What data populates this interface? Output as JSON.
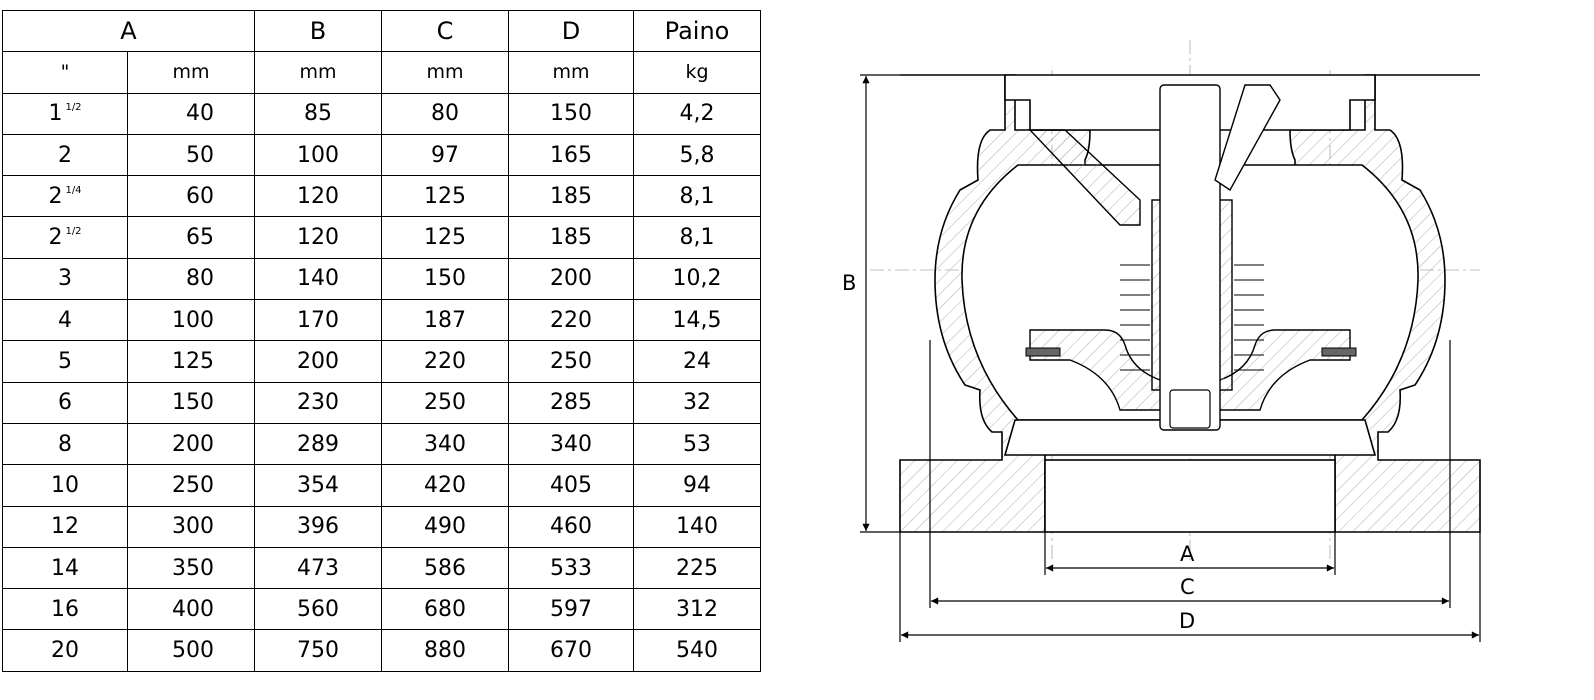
{
  "table": {
    "header": [
      "A",
      "B",
      "C",
      "D",
      "Paino"
    ],
    "units": [
      "\"",
      "mm",
      "mm",
      "mm",
      "mm",
      "kg"
    ],
    "rows": [
      {
        "inch": "1",
        "frac": "1/2",
        "mm": "40",
        "b": "85",
        "c": "80",
        "d": "150",
        "kg": "4,2"
      },
      {
        "inch": "2",
        "frac": "",
        "mm": "50",
        "b": "100",
        "c": "97",
        "d": "165",
        "kg": "5,8"
      },
      {
        "inch": "2",
        "frac": "1/4",
        "mm": "60",
        "b": "120",
        "c": "125",
        "d": "185",
        "kg": "8,1"
      },
      {
        "inch": "2",
        "frac": "1/2",
        "mm": "65",
        "b": "120",
        "c": "125",
        "d": "185",
        "kg": "8,1"
      },
      {
        "inch": "3",
        "frac": "",
        "mm": "80",
        "b": "140",
        "c": "150",
        "d": "200",
        "kg": "10,2"
      },
      {
        "inch": "4",
        "frac": "",
        "mm": "100",
        "b": "170",
        "c": "187",
        "d": "220",
        "kg": "14,5"
      },
      {
        "inch": "5",
        "frac": "",
        "mm": "125",
        "b": "200",
        "c": "220",
        "d": "250",
        "kg": "24"
      },
      {
        "inch": "6",
        "frac": "",
        "mm": "150",
        "b": "230",
        "c": "250",
        "d": "285",
        "kg": "32"
      },
      {
        "inch": "8",
        "frac": "",
        "mm": "200",
        "b": "289",
        "c": "340",
        "d": "340",
        "kg": "53"
      },
      {
        "inch": "10",
        "frac": "",
        "mm": "250",
        "b": "354",
        "c": "420",
        "d": "405",
        "kg": "94"
      },
      {
        "inch": "12",
        "frac": "",
        "mm": "300",
        "b": "396",
        "c": "490",
        "d": "460",
        "kg": "140"
      },
      {
        "inch": "14",
        "frac": "",
        "mm": "350",
        "b": "473",
        "c": "586",
        "d": "533",
        "kg": "225"
      },
      {
        "inch": "16",
        "frac": "",
        "mm": "400",
        "b": "560",
        "c": "680",
        "d": "597",
        "kg": "312"
      },
      {
        "inch": "20",
        "frac": "",
        "mm": "500",
        "b": "750",
        "c": "880",
        "d": "670",
        "kg": "540"
      }
    ]
  },
  "drawing": {
    "label_a": "A",
    "label_b": "B",
    "label_c": "C",
    "label_d": "D"
  }
}
